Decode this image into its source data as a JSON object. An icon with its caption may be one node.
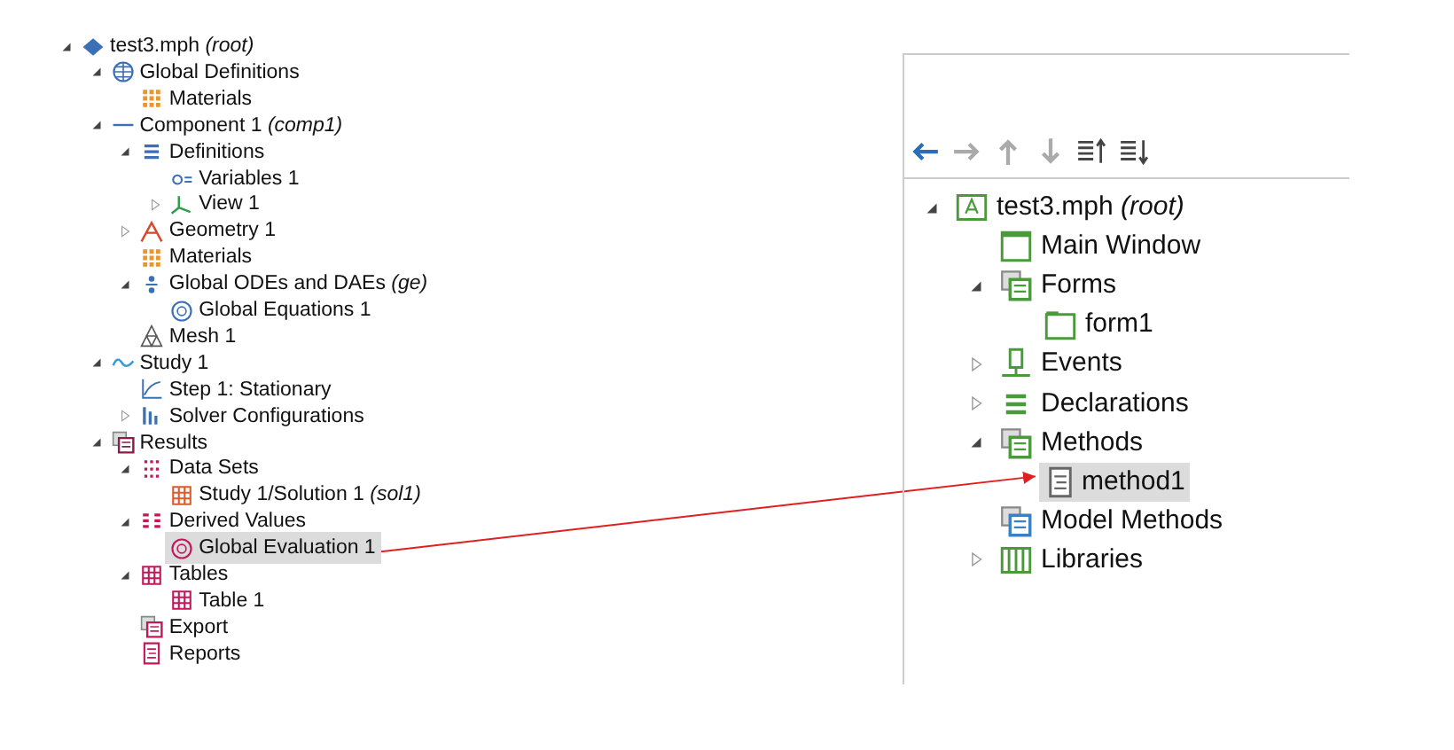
{
  "diagram": {
    "nodes": [
      {
        "text": [
          "Global Evaluation 1"
        ]
      },
      {
        "text": [
          "method1"
        ]
      }
    ],
    "edges": [
      {
        "from": 0,
        "to": 1,
        "arrow": "to",
        "color": "#e02020"
      }
    ],
    "labels": [
      "test3.mph *(root)*",
      "Global Definitions",
      "Materials",
      "Component 1 *(comp1)*",
      "Definitions",
      "Variables 1",
      "View 1",
      "Geometry 1",
      "Materials",
      "Global ODEs and DAEs *(ge)*",
      "Global Equations 1",
      "Mesh 1",
      "Study 1",
      "Step 1: Stationary",
      "Solver Configurations",
      "Results",
      "Data Sets",
      "Study 1/Solution 1 *(sol1)*",
      "Derived Values",
      "Tables",
      "Table 1",
      "Export",
      "Reports",
      "test3.mph *(root)*",
      "Main Window",
      "Forms",
      "form1",
      "Events",
      "Declarations",
      "Methods",
      "Model Methods",
      "Libraries"
    ]
  }
}
